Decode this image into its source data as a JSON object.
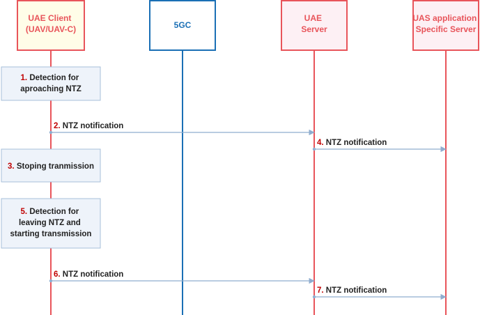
{
  "colors": {
    "client_box_fill": "#fffde8",
    "red_border": "#e8545a",
    "red_text": "#e8545a",
    "core_border": "#1a6fb5",
    "core_text": "#1a6fb5",
    "server_fill": "#fdf0f4",
    "step_box_fill": "#eef3fa",
    "step_box_border": "#a7bfd9",
    "arrow": "#8fadcf",
    "number": "#c00000",
    "text": "#222222"
  },
  "participants": [
    {
      "id": "uae-client",
      "lines": [
        "UAE Client",
        "(UAV/UAV-C)"
      ]
    },
    {
      "id": "5gc",
      "lines": [
        "5GC"
      ]
    },
    {
      "id": "uae-server",
      "lines": [
        "UAE",
        "Server"
      ]
    },
    {
      "id": "uas-server",
      "lines": [
        "UAS application",
        "Specific Server"
      ]
    }
  ],
  "steps": [
    {
      "num": "1.",
      "lines": [
        "Detection for",
        "aproaching NTZ"
      ]
    },
    {
      "num": "2.",
      "label": "NTZ notification"
    },
    {
      "num": "4.",
      "label": "NTZ notification"
    },
    {
      "num": "3.",
      "lines": [
        "Stoping tranmission"
      ]
    },
    {
      "num": "5.",
      "lines": [
        "Detection for",
        "leaving NTZ and",
        "starting transmission"
      ]
    },
    {
      "num": "6.",
      "label": "NTZ notification"
    },
    {
      "num": "7.",
      "label": "NTZ notification"
    }
  ]
}
